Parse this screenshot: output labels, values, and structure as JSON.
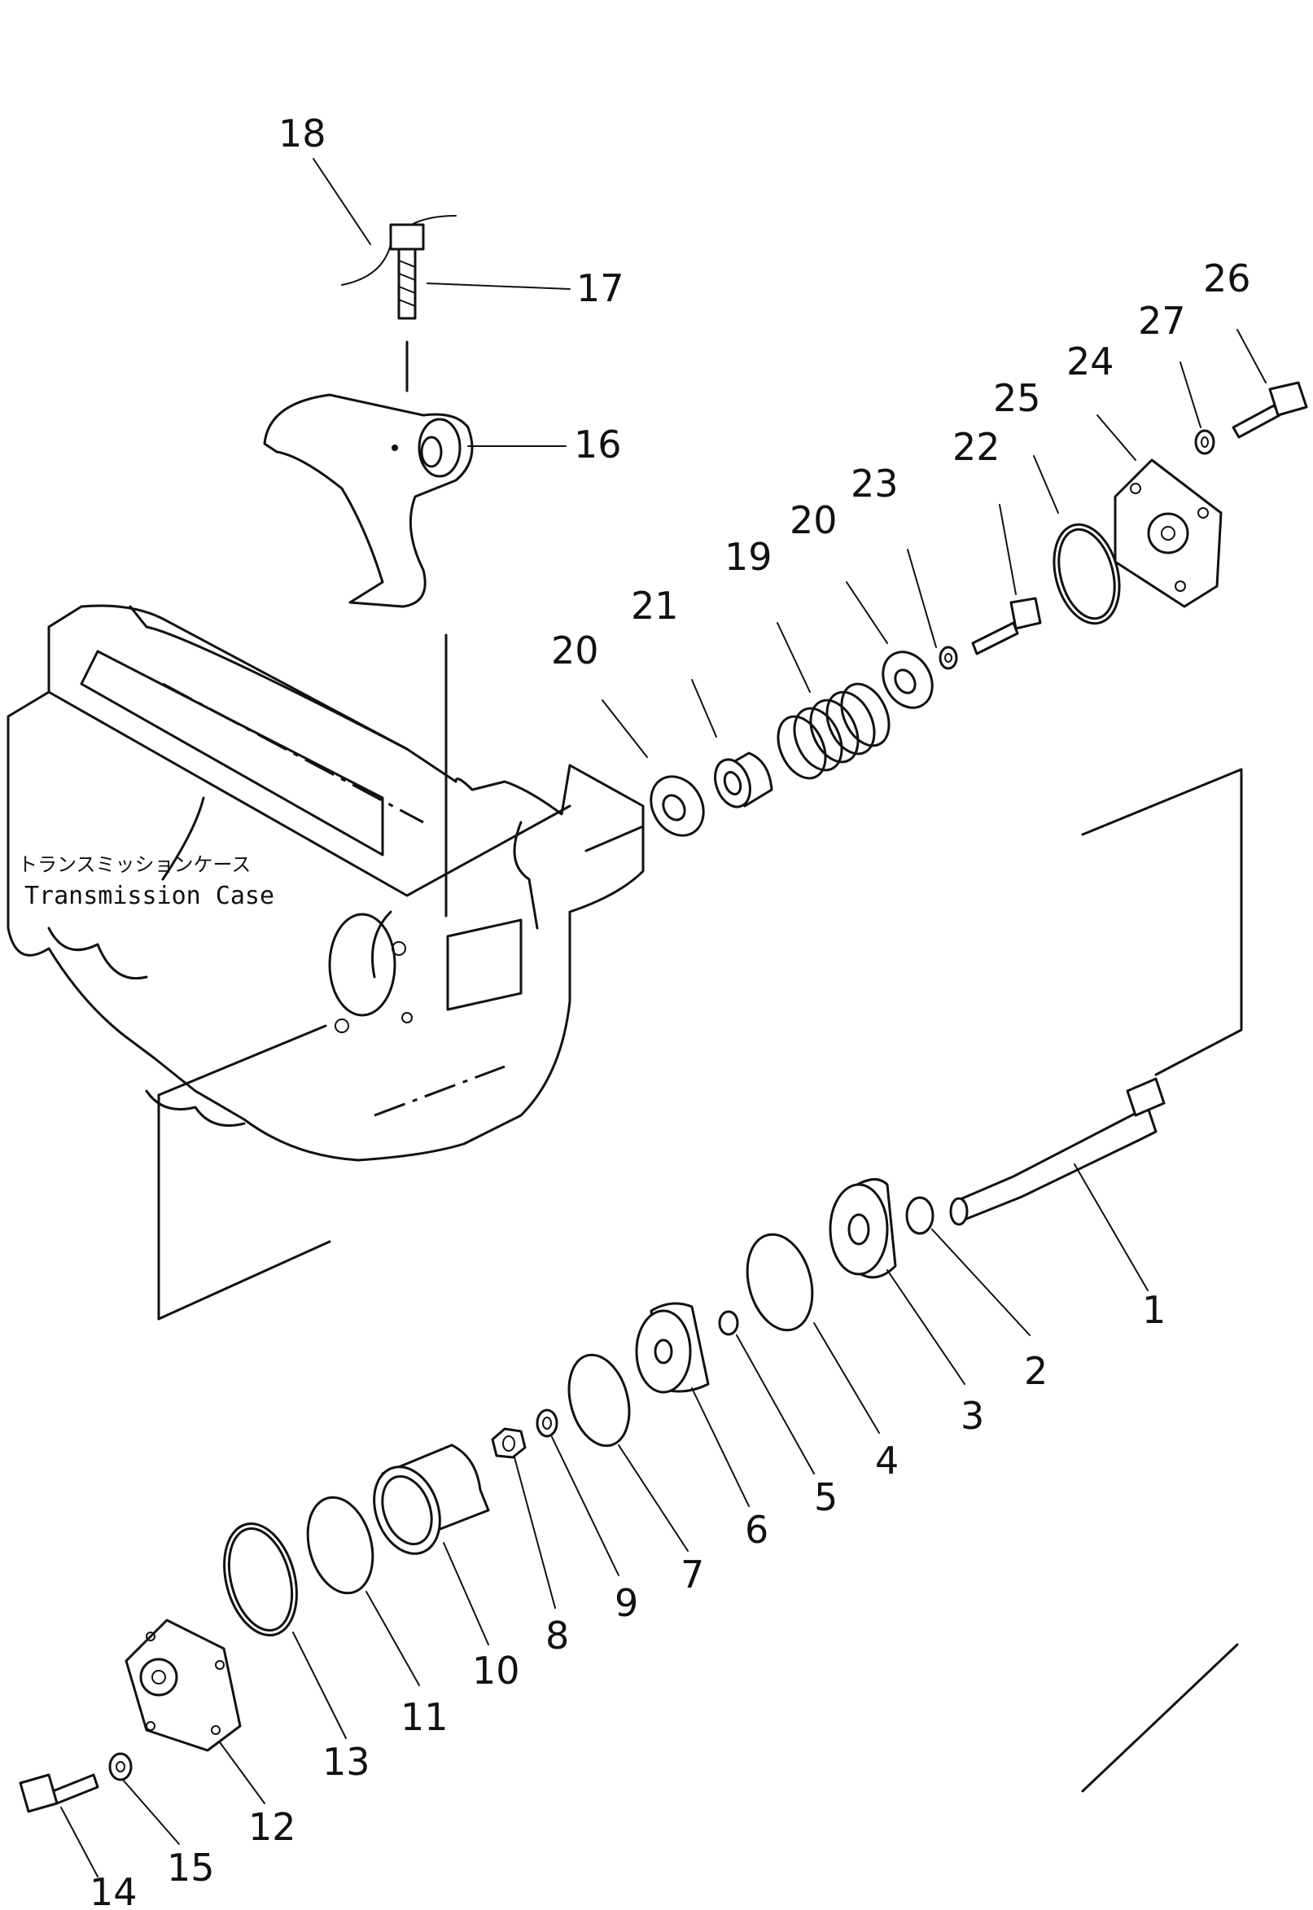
{
  "case_label": {
    "japanese": "トランスミッションケース",
    "english": "Transmission Case"
  },
  "callouts": {
    "p1": "1",
    "p2": "2",
    "p3": "3",
    "p4": "4",
    "p5": "5",
    "p6": "6",
    "p7": "7",
    "p8": "8",
    "p9": "9",
    "p10": "10",
    "p11": "11",
    "p12": "12",
    "p13": "13",
    "p14": "14",
    "p15": "15",
    "p16": "16",
    "p17": "17",
    "p18": "18",
    "p19": "19",
    "p20a": "20",
    "p20b": "20",
    "p21": "21",
    "p22": "22",
    "p23": "23",
    "p24": "24",
    "p25": "25",
    "p26": "26",
    "p27": "27"
  }
}
